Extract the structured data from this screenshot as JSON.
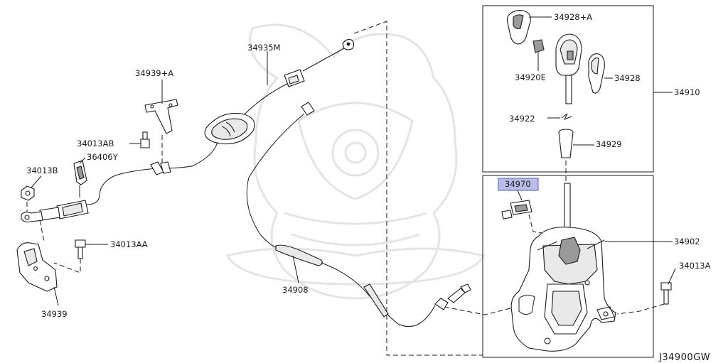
{
  "diagram": {
    "labels": {
      "p34928a": "34928+A",
      "p34920e": "34920E",
      "p34928": "34928",
      "p34910": "34910",
      "p34922": "34922",
      "p34929": "34929",
      "p34970": "34970",
      "p34902": "34902",
      "p34013a": "34013A",
      "p34935m": "34935M",
      "p34939a": "34939+A",
      "p34013ab": "34013AB",
      "p36406y": "36406Y",
      "p34013b": "34013B",
      "p34013aa": "34013AA",
      "p34939": "34939",
      "p34908": "34908"
    },
    "diagram_code": "J34900GW",
    "highlight_color": "#b9bde8"
  }
}
